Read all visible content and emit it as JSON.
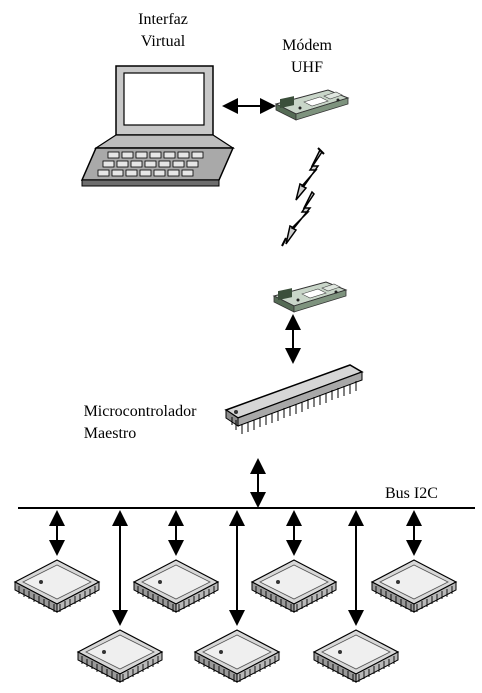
{
  "labels": {
    "virtual_interface_line1": "Interfaz",
    "virtual_interface_line2": "Virtual",
    "modem_line1": "Módem",
    "modem_line2": "UHF",
    "master_mcu_line1": "Microcontrolador",
    "master_mcu_line2": "Maestro",
    "bus": "Bus I2C"
  },
  "counts": {
    "slave_chips_upper_row": 4,
    "slave_chips_lower_row": 3
  }
}
